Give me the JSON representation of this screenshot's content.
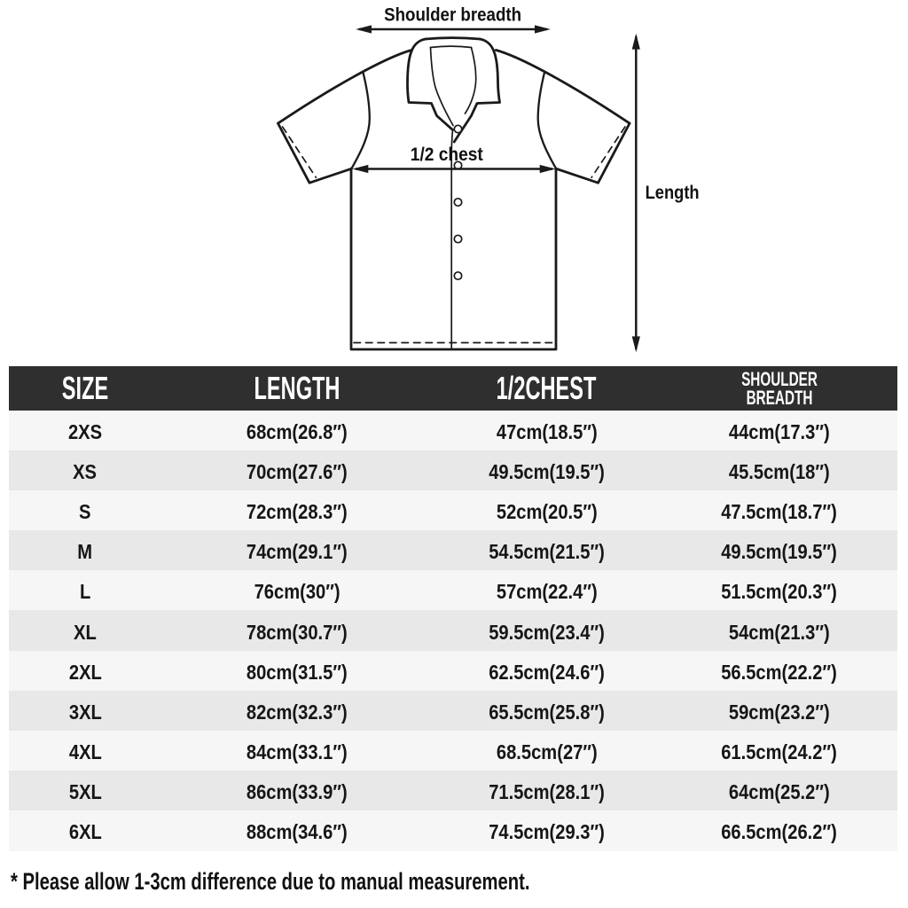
{
  "diagram": {
    "labels": {
      "shoulder_breadth": "Shoulder breadth",
      "half_chest": "1/2 chest",
      "length": "Length"
    },
    "line_color": "#1a1a1a"
  },
  "table": {
    "header": {
      "size": "SIZE",
      "length": "LENGTH",
      "chest": "1/2CHEST",
      "shoulder": "SHOULDER BREADTH"
    },
    "colors": {
      "header_bg": "#2f2f2f",
      "header_text": "#ffffff",
      "row_bg": "#f6f6f6",
      "row_alt_bg": "#e8e8e8",
      "body_text": "#161616"
    },
    "rows": [
      {
        "size": "2XS",
        "length": "68cm(26.8″)",
        "chest": "47cm(18.5″)",
        "shoulder": "44cm(17.3″)"
      },
      {
        "size": "XS",
        "length": "70cm(27.6″)",
        "chest": "49.5cm(19.5″)",
        "shoulder": "45.5cm(18″)"
      },
      {
        "size": "S",
        "length": "72cm(28.3″)",
        "chest": "52cm(20.5″)",
        "shoulder": "47.5cm(18.7″)"
      },
      {
        "size": "M",
        "length": "74cm(29.1″)",
        "chest": "54.5cm(21.5″)",
        "shoulder": "49.5cm(19.5″)"
      },
      {
        "size": "L",
        "length": "76cm(30″)",
        "chest": "57cm(22.4″)",
        "shoulder": "51.5cm(20.3″)"
      },
      {
        "size": "XL",
        "length": "78cm(30.7″)",
        "chest": "59.5cm(23.4″)",
        "shoulder": "54cm(21.3″)"
      },
      {
        "size": "2XL",
        "length": "80cm(31.5″)",
        "chest": "62.5cm(24.6″)",
        "shoulder": "56.5cm(22.2″)"
      },
      {
        "size": "3XL",
        "length": "82cm(32.3″)",
        "chest": "65.5cm(25.8″)",
        "shoulder": "59cm(23.2″)"
      },
      {
        "size": "4XL",
        "length": "84cm(33.1″)",
        "chest": "68.5cm(27″)",
        "shoulder": "61.5cm(24.2″)"
      },
      {
        "size": "5XL",
        "length": "86cm(33.9″)",
        "chest": "71.5cm(28.1″)",
        "shoulder": "64cm(25.2″)"
      },
      {
        "size": "6XL",
        "length": "88cm(34.6″)",
        "chest": "74.5cm(29.3″)",
        "shoulder": "66.5cm(26.2″)"
      }
    ]
  },
  "footer": {
    "note": "* Please allow 1-3cm difference due to manual measurement."
  }
}
